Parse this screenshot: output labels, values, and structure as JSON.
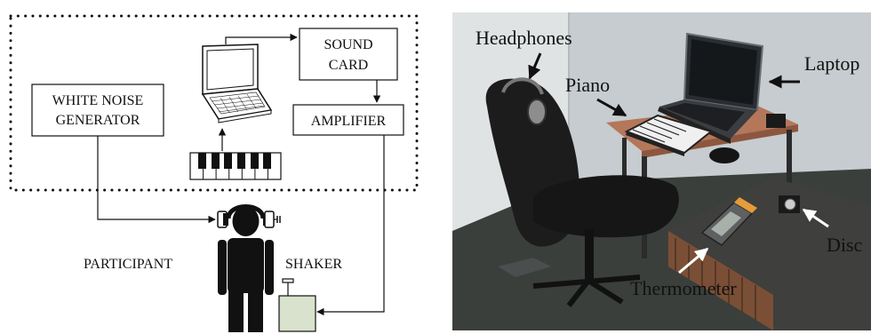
{
  "diagram": {
    "white_noise_line1": "WHITE NOISE",
    "white_noise_line2": "GENERATOR",
    "sound_card_line1": "SOUND",
    "sound_card_line2": "CARD",
    "amplifier": "AMPLIFIER",
    "participant": "PARTICIPANT",
    "shaker": "SHAKER",
    "icons": [
      "laptop-icon",
      "piano-keyboard-icon",
      "headphones-icon",
      "person-silhouette-icon",
      "shaker-icon"
    ]
  },
  "photo": {
    "labels": {
      "headphones": "Headphones",
      "piano": "Piano",
      "laptop": "Laptop",
      "thermometer": "Thermometer",
      "disc": "Disc"
    },
    "colors": {
      "wall": "#c9ced1",
      "floor": "#3b3f3c",
      "desk": "#b4775a",
      "chair": "#1c1c1c",
      "table_top": "#3f3f3d"
    }
  }
}
